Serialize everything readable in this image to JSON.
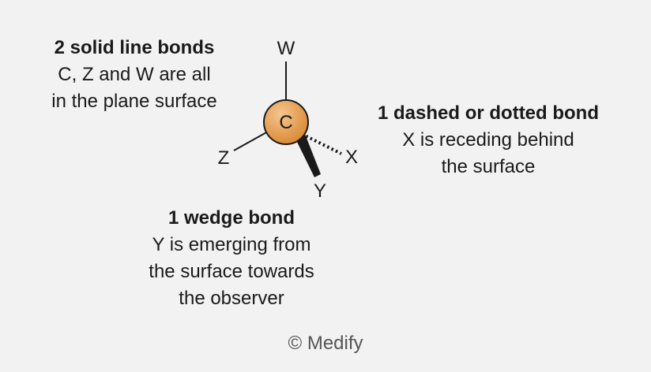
{
  "solid_note": {
    "title": "2 solid line bonds",
    "line1": "C, Z and W are all",
    "line2": "in the plane surface"
  },
  "dashed_note": {
    "title": "1 dashed or dotted bond",
    "line1": "X is receding behind",
    "line2": "the surface"
  },
  "wedge_note": {
    "title": "1 wedge bond",
    "line1": "Y is emerging from",
    "line2": "the surface towards",
    "line3": "the observer"
  },
  "molecule": {
    "center_label": "C",
    "top_label": "W",
    "left_label": "Z",
    "right_label": "X",
    "bottom_label": "Y",
    "atom_colors": {
      "fill_light": "#f6c58f",
      "fill_dark": "#d98a35",
      "stroke": "#1a1a1a"
    }
  },
  "copyright": "© Medify"
}
